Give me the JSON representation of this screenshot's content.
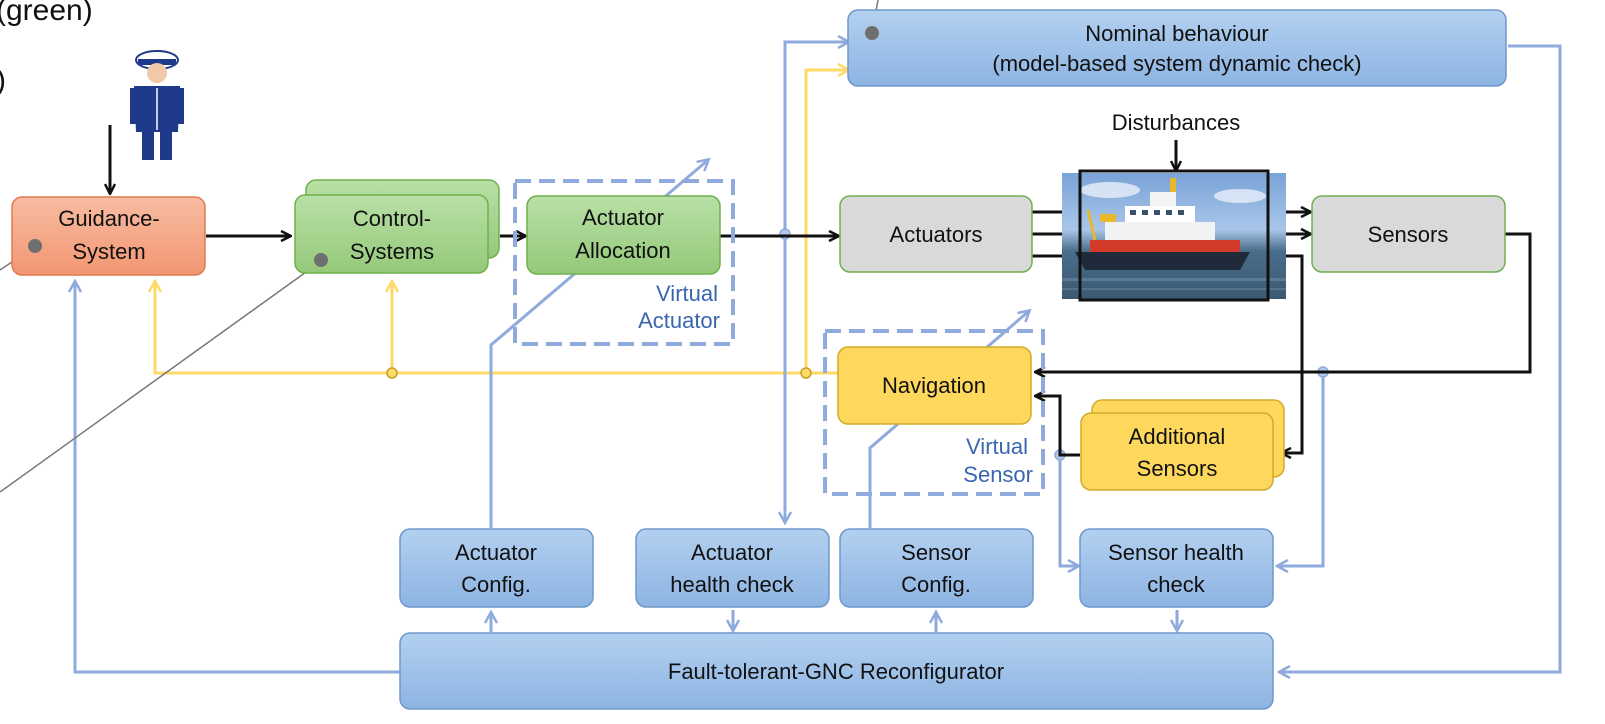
{
  "edge_fragments": [
    "(green)",
    ")"
  ],
  "blocks": {
    "nominal": [
      "Nominal behaviour",
      "(model-based system dynamic check)"
    ],
    "disturbances": "Disturbances",
    "guidance": [
      "Guidance-",
      "System"
    ],
    "control": [
      "Control-",
      "Systems"
    ],
    "allocation": [
      "Actuator",
      "Allocation"
    ],
    "virtual_actuator": [
      "Virtual",
      "Actuator"
    ],
    "actuators": "Actuators",
    "sensors": "Sensors",
    "navigation": "Navigation",
    "additional_sensors": [
      "Additional",
      "Sensors"
    ],
    "virtual_sensor": [
      "Virtual",
      "Sensor"
    ],
    "actuator_config": [
      "Actuator",
      "Config."
    ],
    "actuator_health": [
      "Actuator",
      "health check"
    ],
    "sensor_config": [
      "Sensor",
      "Config."
    ],
    "sensor_health": [
      "Sensor health",
      "check"
    ],
    "reconfigurator": "Fault-tolerant-GNC Reconfigurator"
  },
  "colors": {
    "blue_block": "#9cc0e8",
    "green_block": "#a6d58f",
    "orange_block": "#f5a98a",
    "grey_block": "#d9d9d9",
    "yellow_block": "#fdd85c",
    "blue_line": "#8faadc",
    "yellow_line": "#ffd966",
    "virtual_text": "#3a66b0"
  }
}
